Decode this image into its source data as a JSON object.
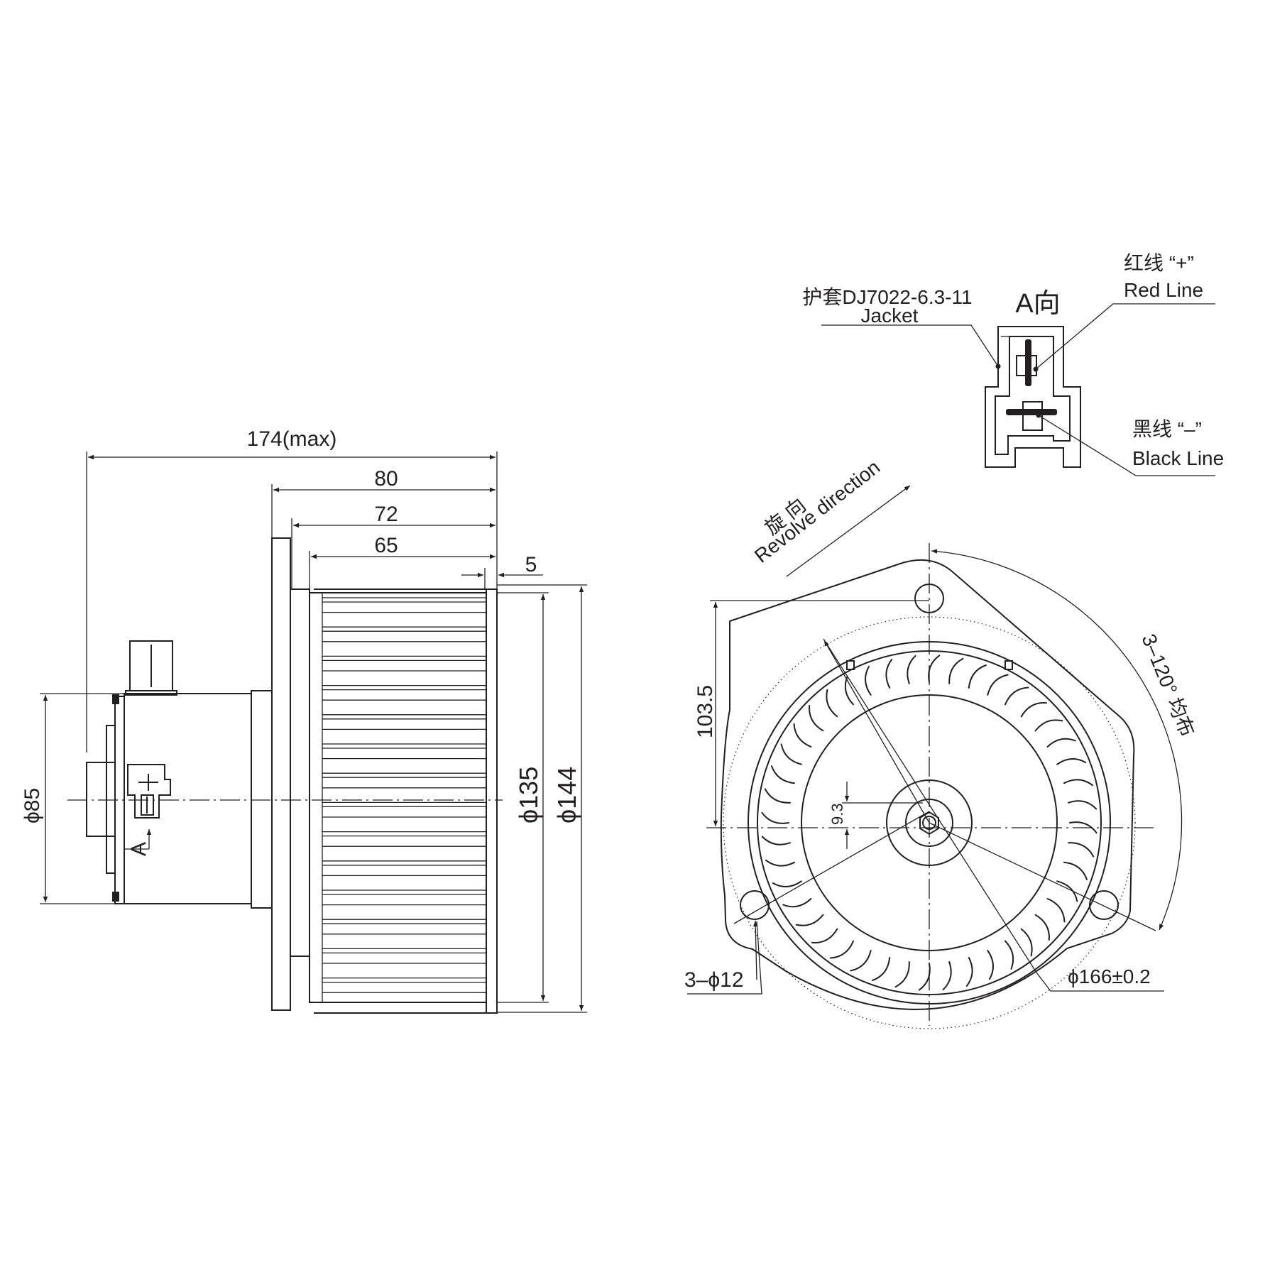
{
  "side_view": {
    "dim_overall": "174(max)",
    "dim_80": "80",
    "dim_72": "72",
    "dim_65": "65",
    "dim_5": "5",
    "dim_d85": "ϕ85",
    "dim_d135": "ϕ135",
    "dim_d144": "ϕ144",
    "view_arrow": "A"
  },
  "connector_view": {
    "title": "A向",
    "jacket_cn": "护套DJ7022-6.3-11",
    "jacket_en": "Jacket",
    "red_cn": "红线 “+”",
    "red_en": "Red Line",
    "black_cn": "黑线 “–”",
    "black_en": "Black Line"
  },
  "front_view": {
    "rotation_cn": "旋 向",
    "rotation_en": "Revolve direction",
    "dim_103_5": "103.5",
    "dim_9_3": "9.3",
    "holes_spacing": "3–120°  均布",
    "holes": "3–ϕ12",
    "dim_d166": "ϕ166±0.2"
  }
}
